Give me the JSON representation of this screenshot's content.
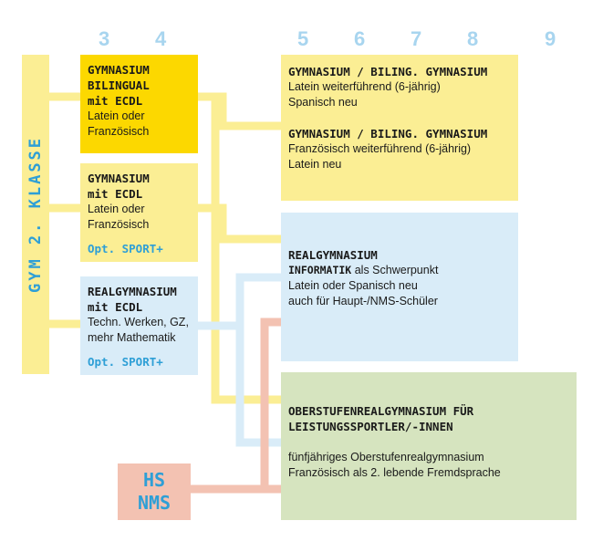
{
  "grades": [
    "3",
    "4",
    "5",
    "6",
    "7",
    "8",
    "9"
  ],
  "side": {
    "label": "GYM 2. KLASSE"
  },
  "left_boxes": {
    "bilingual": {
      "title_lines": [
        "GYMNASIUM",
        "BILINGUAL",
        "mit ECDL"
      ],
      "desc_lines": [
        "Latein oder",
        "Französisch"
      ]
    },
    "gym_ecdl": {
      "title_lines": [
        "GYMNASIUM",
        "mit ECDL"
      ],
      "desc_lines": [
        "Latein oder",
        "Französisch"
      ],
      "opt": "Opt. SPORT+"
    },
    "real_ecdl": {
      "title_lines": [
        "REALGYMNASIUM",
        "mit ECDL"
      ],
      "desc_lines": [
        "Techn. Werken, GZ,",
        "mehr Mathematik"
      ],
      "opt": "Opt. SPORT+"
    }
  },
  "right_boxes": {
    "biling_latin": {
      "title": "GYMNASIUM / BILING. GYMNASIUM",
      "desc_lines": [
        "Latein weiterführend (6-jährig)",
        "Spanisch neu"
      ]
    },
    "biling_french": {
      "title": "GYMNASIUM / BILING. GYMNASIUM",
      "desc_lines": [
        "Französisch weiterführend (6-jährig)",
        "Latein neu"
      ]
    },
    "realgym": {
      "title": "REALGYMNASIUM",
      "subtitle_bold": "INFORMATIK",
      "subtitle_rest": " als Schwerpunkt",
      "desc_lines": [
        "Latein oder Spanisch neu",
        "auch für Haupt-/NMS-Schüler"
      ]
    },
    "sport": {
      "title_lines": [
        "OBERSTUFENREALGYMNASIUM FÜR",
        "LEISTUNGSSPORTLER/-INNEN"
      ],
      "desc_lines": [
        "fünfjähriges Oberstufenrealgymnasium",
        "Französisch als 2. lebende Fremdsprache"
      ]
    }
  },
  "hs_box": {
    "lines": [
      "HS",
      "NMS"
    ]
  },
  "colors": {
    "yellow_strong": "#fcd800",
    "yellow_light": "#fbee94",
    "blue_light": "#d9ecf8",
    "green_light": "#d6e4bf",
    "salmon": "#f3c2b2",
    "accent_blue": "#2e9fd6",
    "grade_blue": "#a8d5ef"
  }
}
